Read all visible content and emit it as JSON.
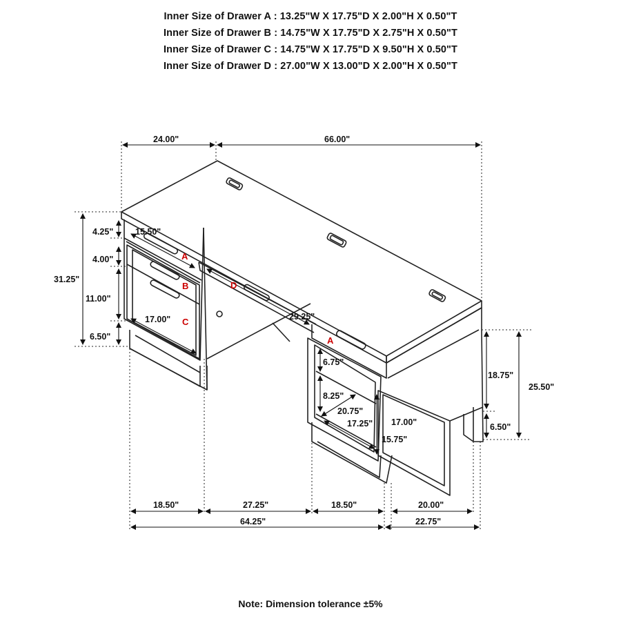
{
  "specs": [
    "Inner Size of Drawer A : 13.25\"W X 17.75\"D X 2.00\"H X 0.50\"T",
    "Inner Size of Drawer B : 14.75\"W X 17.75\"D X 2.75\"H X 0.50\"T",
    "Inner Size of Drawer C : 14.75\"W X 17.75\"D X 9.50\"H X 0.50\"T",
    "Inner Size of Drawer D : 27.00\"W X 13.00\"D X 2.00\"H X 0.50\"T"
  ],
  "dimensions": {
    "depth_top": "24.00\"",
    "width_top": "66.00\"",
    "height_total": "31.25\"",
    "left_drawer_a_h": "4.25\"",
    "left_drawer_b_h": "4.00\"",
    "left_drawer_c_h": "11.00\"",
    "left_base_h": "6.50\"",
    "left_drawer_a_w": "15.50\"",
    "left_c_depth": "17.00\"",
    "center_d_w": "29.25\"",
    "right_a_h": "6.75\"",
    "right_open_h": "8.25\"",
    "right_open_w": "20.75\"",
    "right_open_d": "17.25\"",
    "right_door_w": "17.00\"",
    "right_door_h": "15.75\"",
    "side_upper_h": "18.75\"",
    "side_total_h": "25.50\"",
    "side_base_h": "6.50\"",
    "bottom_left_ped": "18.50\"",
    "bottom_knee": "27.25\"",
    "bottom_right_ped": "18.50\"",
    "bottom_side_inner": "20.00\"",
    "bottom_total": "64.25\"",
    "bottom_side_total": "22.75\""
  },
  "labels": {
    "a1": "A",
    "b": "B",
    "c": "C",
    "d": "D",
    "a2": "A"
  },
  "note": "Note: Dimension tolerance ±5%"
}
